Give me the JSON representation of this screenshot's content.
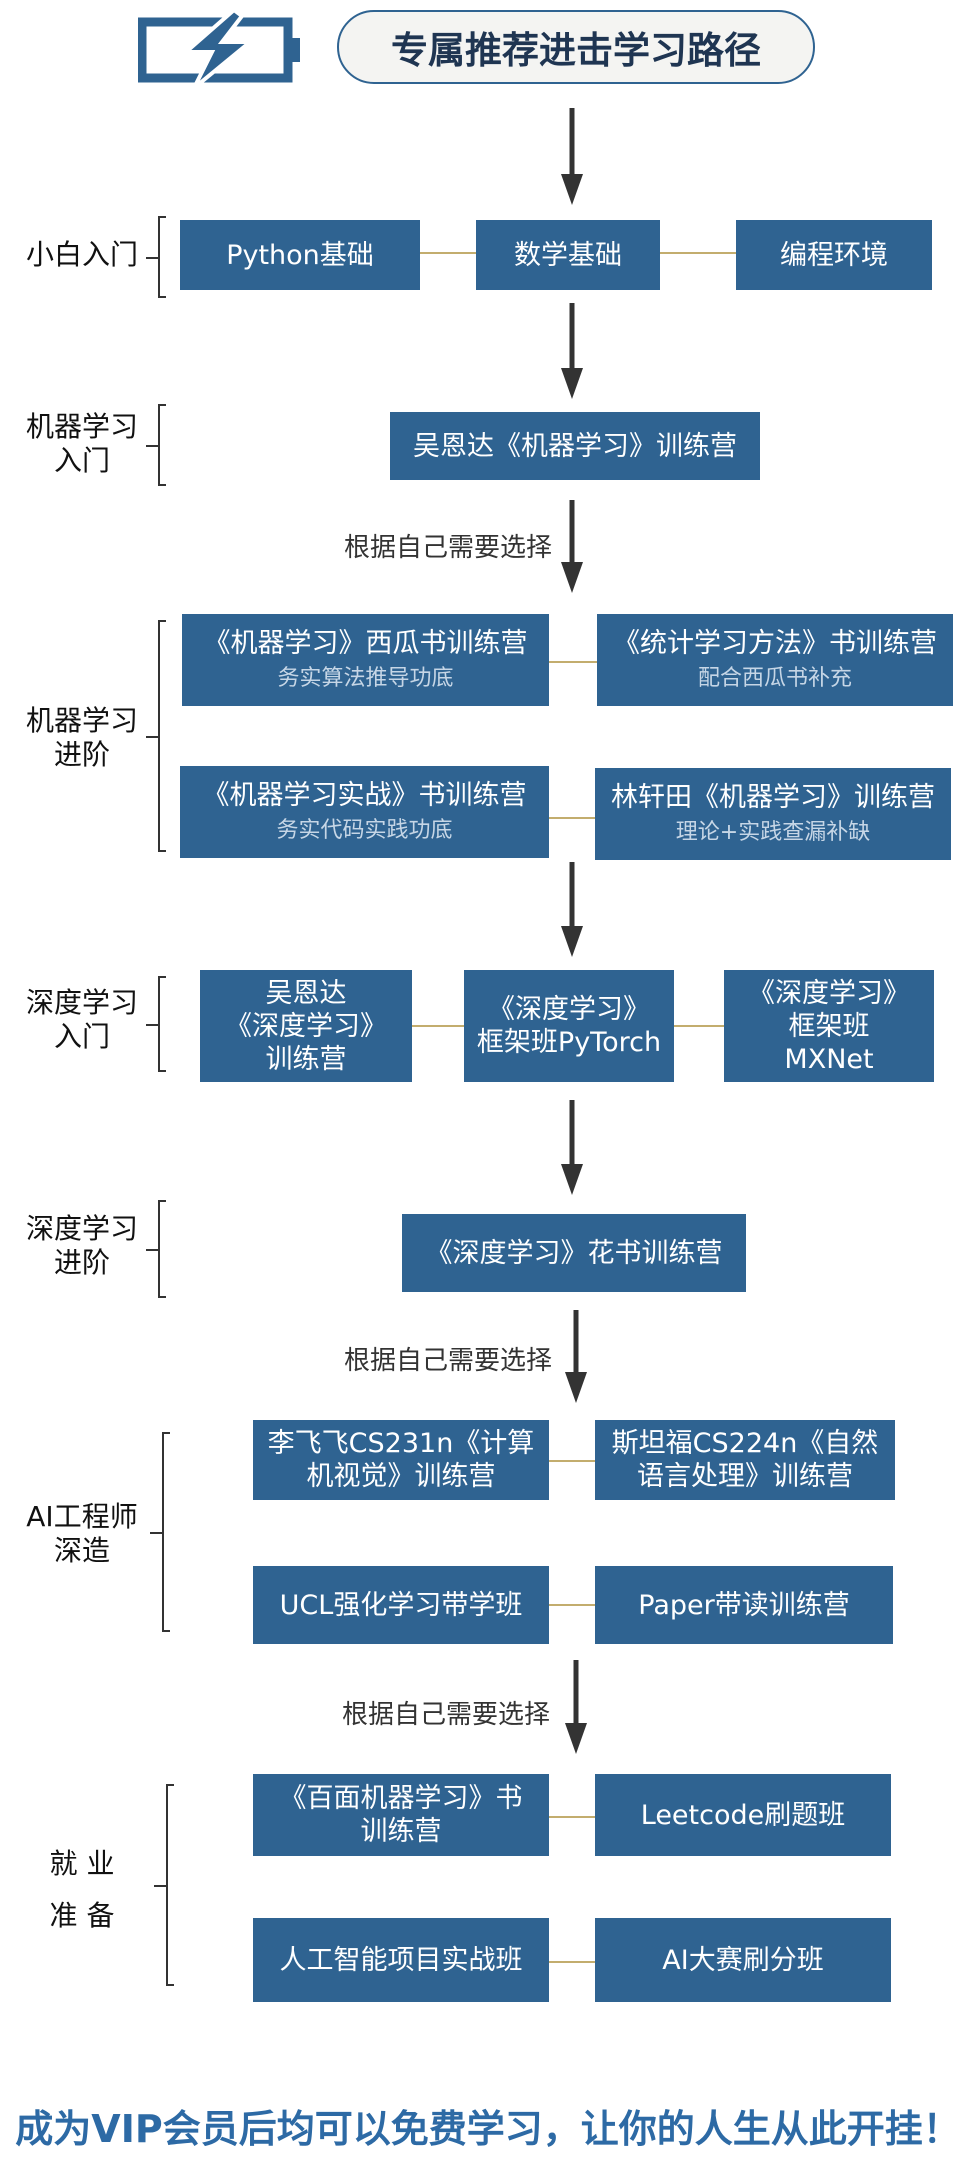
{
  "title": "专属推荐进击学习路径",
  "logo_icon": "battery-bolt-icon",
  "colors": {
    "box": "#2f6391",
    "link": "#c3ad6e",
    "arrow": "#333333",
    "footer": "#2d6aa5"
  },
  "stages": {
    "s1": {
      "label": "小白入门",
      "items": [
        "Python基础",
        "数学基础",
        "编程环境"
      ]
    },
    "s2": {
      "label_l1": "机器学习",
      "label_l2": "入门",
      "items": [
        "吴恩达《机器学习》训练营"
      ]
    },
    "s3": {
      "label_l1": "机器学习",
      "label_l2": "进阶",
      "items": [
        {
          "name": "《机器学习》西瓜书训练营",
          "sub": "务实算法推导功底"
        },
        {
          "name": "《统计学习方法》书训练营",
          "sub": "配合西瓜书补充"
        },
        {
          "name": "《机器学习实战》书训练营",
          "sub": "务实代码实践功底"
        },
        {
          "name": "林轩田《机器学习》训练营",
          "sub": "理论+实践查漏补缺"
        }
      ]
    },
    "s4": {
      "label_l1": "深度学习",
      "label_l2": "入门",
      "items": [
        {
          "l1": "吴恩达",
          "l2": "《深度学习》",
          "l3": "训练营"
        },
        {
          "l1": "《深度学习》",
          "l2": "框架班PyTorch"
        },
        {
          "l1": "《深度学习》",
          "l2": "框架班",
          "l3": "MXNet"
        }
      ]
    },
    "s5": {
      "label_l1": "深度学习",
      "label_l2": "进阶",
      "items": [
        "《深度学习》花书训练营"
      ]
    },
    "s6": {
      "label_l1": "AI工程师",
      "label_l2": "深造",
      "items": [
        {
          "l1": "李飞飞CS231n《计算",
          "l2": "机视觉》训练营"
        },
        {
          "l1": "斯坦福CS224n《自然",
          "l2": "语言处理》训练营"
        },
        {
          "l1": "UCL强化学习带学班"
        },
        {
          "l1": "Paper带读训练营"
        }
      ]
    },
    "s7": {
      "label_l1": "就 业",
      "label_l2": "准 备",
      "items": [
        {
          "l1": "《百面机器学习》书",
          "l2": "训练营"
        },
        {
          "l1": "Leetcode刷题班"
        },
        {
          "l1": "人工智能项目实战班"
        },
        {
          "l1": "AI大赛刷分班"
        }
      ]
    }
  },
  "choose_label_1": "根据自己需要选择",
  "choose_label_2": "根据自己需要选择",
  "choose_label_3": "根据自己需要选择",
  "footer": "成为VIP会员后均可以免费学习，让你的人生从此开挂！"
}
